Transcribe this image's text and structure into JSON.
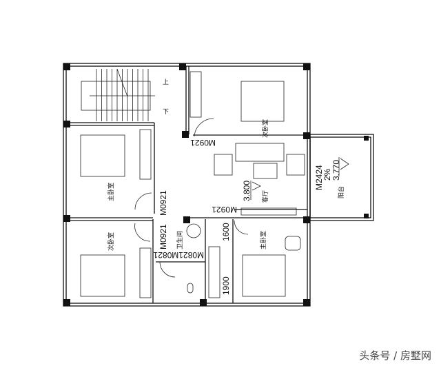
{
  "rooms": {
    "master_bedroom_left": "主卧室",
    "master_bedroom_right": "主卧室",
    "second_bedroom_top": "次卧室",
    "second_bedroom_bottom": "次卧室",
    "living_room": "客厅",
    "balcony": "阳台",
    "bathroom": "卫生间"
  },
  "stairs": {
    "up": "上",
    "down": "下"
  },
  "doors": {
    "top_right_room_door": "M0921",
    "left_room_door": "M0921",
    "living_door": "M0921",
    "bottom_left_room_door": "M0921",
    "bath_doors": "M0821M0821",
    "balcony_door": "M2424"
  },
  "levels": {
    "living": "3.800",
    "balcony": "3.770",
    "balcony_slope": "2%"
  },
  "dimensions": {
    "upper": "1600",
    "lower": "1900"
  },
  "watermark": "头条号 / 房墅网"
}
